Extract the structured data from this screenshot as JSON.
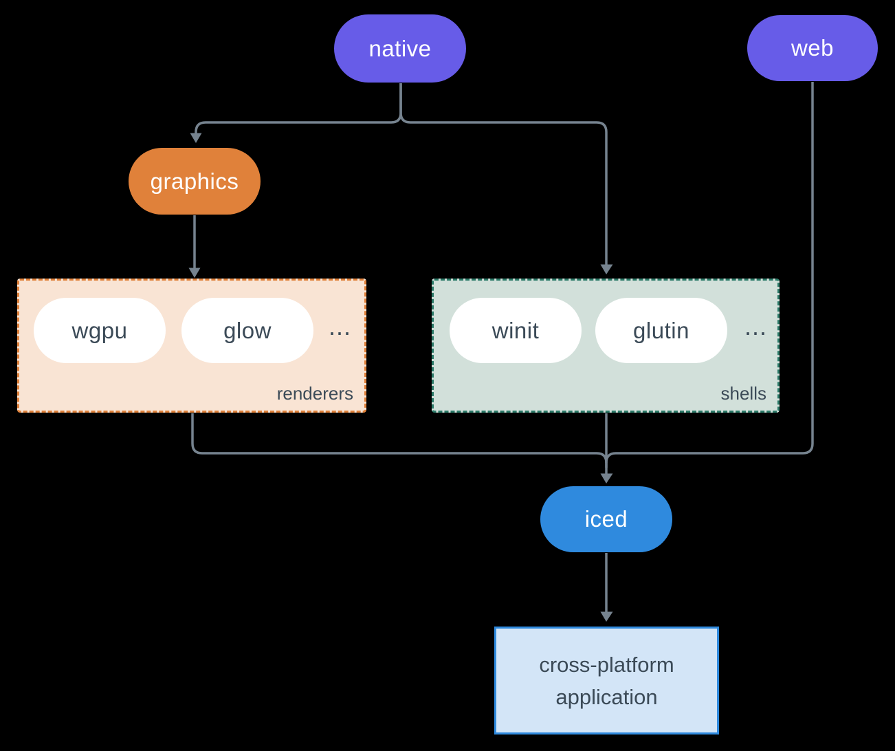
{
  "nodes": {
    "native": {
      "label": "native"
    },
    "web": {
      "label": "web"
    },
    "graphics": {
      "label": "graphics"
    },
    "iced": {
      "label": "iced"
    },
    "app": {
      "line1": "cross-platform",
      "line2": "application"
    }
  },
  "groups": {
    "renderers": {
      "label": "renderers",
      "items": [
        {
          "label": "wgpu"
        },
        {
          "label": "glow"
        }
      ],
      "ellipsis": "..."
    },
    "shells": {
      "label": "shells",
      "items": [
        {
          "label": "winit"
        },
        {
          "label": "glutin"
        }
      ],
      "ellipsis": "..."
    }
  },
  "colors": {
    "background": "#000000",
    "purple": "#675ce8",
    "orange": "#e0813a",
    "blue": "#2f8ade",
    "line": "#76838f",
    "renderers_fill": "#f9e4d4",
    "renderers_border": "#e0813a",
    "shells_fill": "#d2e0da",
    "shells_border": "#2b7a68",
    "app_fill": "#d3e5f7",
    "app_border": "#2f8ade",
    "dark_text": "#3b4a57",
    "pill_fill": "#ffffff"
  }
}
